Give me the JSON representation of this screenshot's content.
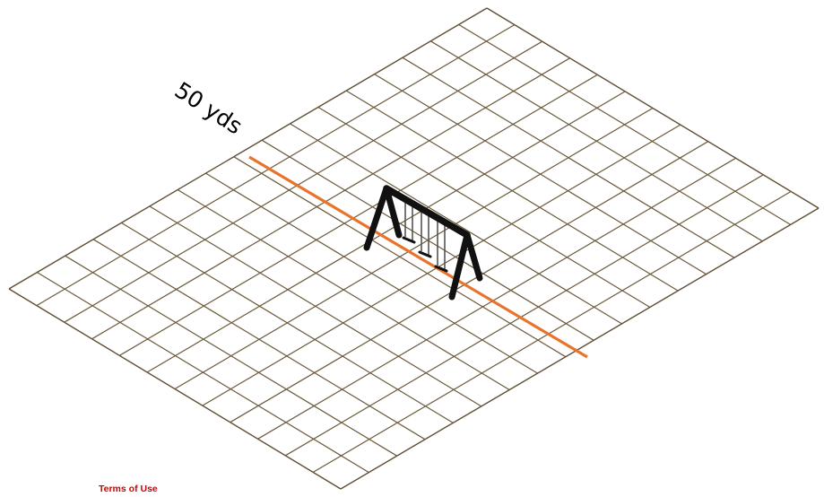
{
  "diagram": {
    "distance_label": "50 yds",
    "grid": {
      "cells_a": 17,
      "cells_b": 12
    },
    "colors": {
      "grid": "#6b5a3c",
      "measure_line": "#e8742c",
      "swing_frame": "#111111"
    },
    "swing_set": {
      "icon": "swing-set-icon",
      "swings": 4
    }
  },
  "footer": {
    "terms_label": "Terms of Use",
    "terms_color": "#cc0000"
  }
}
